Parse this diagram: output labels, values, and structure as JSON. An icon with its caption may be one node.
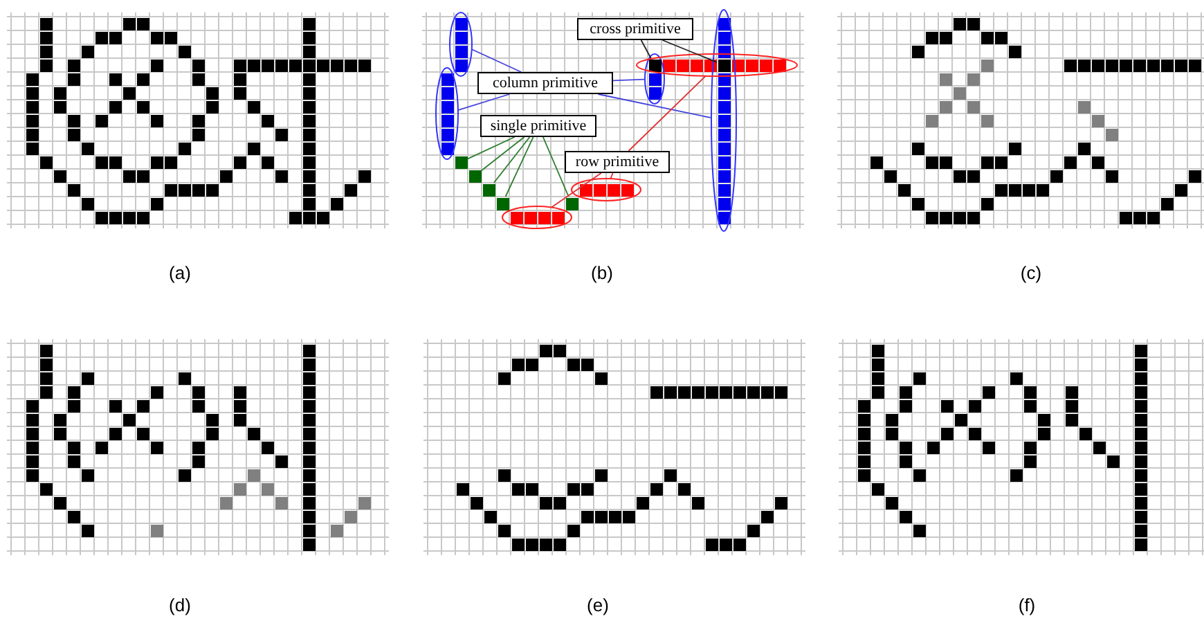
{
  "diagram": {
    "nodes": [
      {
        "text": [
          "cross primitive"
        ]
      },
      {
        "text": [
          "column primitive"
        ]
      },
      {
        "text": [
          "single primitive"
        ]
      },
      {
        "text": [
          "row primitive"
        ]
      },
      {
        "text": [],
        "shape": "ellipse"
      },
      {
        "text": [],
        "shape": "ellipse"
      },
      {
        "text": [],
        "shape": "ellipse"
      },
      {
        "text": [],
        "shape": "ellipse"
      },
      {
        "text": [],
        "shape": "box"
      },
      {
        "text": [],
        "shape": "box"
      },
      {
        "text": [],
        "shape": "box"
      },
      {
        "text": [],
        "shape": "box"
      },
      {
        "text": [],
        "shape": "box"
      },
      {
        "text": [],
        "shape": "box"
      },
      {
        "text": [],
        "shape": "box"
      },
      {
        "text": [],
        "shape": "ellipse"
      },
      {
        "text": [],
        "shape": "ellipse"
      },
      {
        "text": [],
        "shape": "ellipse"
      }
    ],
    "edges": [
      {
        "from": 0,
        "to": 8,
        "arrow": "none",
        "color": "#222222"
      },
      {
        "from": 0,
        "to": 9,
        "arrow": "none",
        "color": "#222222"
      },
      {
        "from": 1,
        "to": 4,
        "arrow": "none",
        "color": "#4444dd"
      },
      {
        "from": 1,
        "to": 5,
        "arrow": "none",
        "color": "#4444dd"
      },
      {
        "from": 1,
        "to": 6,
        "arrow": "none",
        "color": "#4444dd"
      },
      {
        "from": 1,
        "to": 7,
        "arrow": "none",
        "color": "#4444dd"
      },
      {
        "from": 2,
        "to": 10,
        "arrow": "none",
        "color": "#2e7d2e"
      },
      {
        "from": 2,
        "to": 11,
        "arrow": "none",
        "color": "#2e7d2e"
      },
      {
        "from": 2,
        "to": 12,
        "arrow": "none",
        "color": "#2e7d2e"
      },
      {
        "from": 2,
        "to": 13,
        "arrow": "none",
        "color": "#2e7d2e"
      },
      {
        "from": 2,
        "to": 14,
        "arrow": "none",
        "color": "#2e7d2e"
      },
      {
        "from": 3,
        "to": 15,
        "arrow": "none",
        "color": "#e03030"
      },
      {
        "from": 3,
        "to": 16,
        "arrow": "none",
        "color": "#e03030"
      },
      {
        "from": 3,
        "to": 17,
        "arrow": "none",
        "color": "#e03030"
      }
    ],
    "labels": [
      "(a)",
      "(b)",
      "(c)",
      "(d)",
      "(e)",
      "(f)"
    ]
  }
}
